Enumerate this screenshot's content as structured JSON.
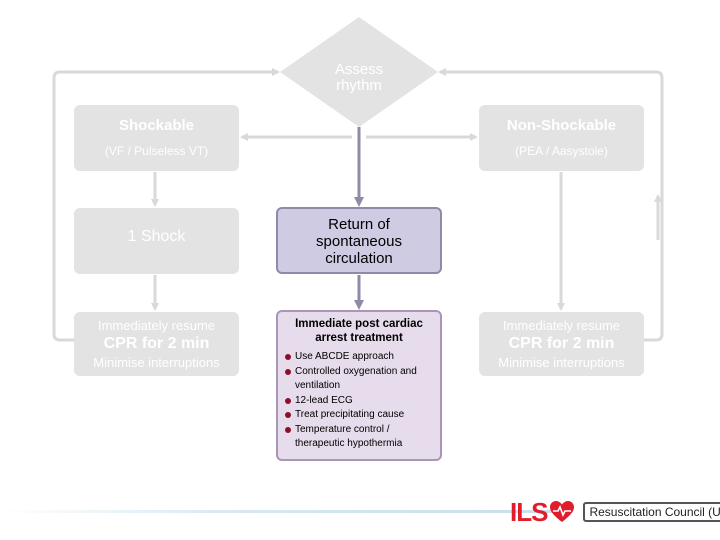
{
  "colors": {
    "grey_box": "#e3e3e3",
    "grey_line": "#d9d9d9",
    "purple_arrow": "#8e8aa8",
    "rosc_fill": "#cfcbe3",
    "post_fill": "#e6dceb",
    "bullet": "#8b0f2a",
    "logo_red": "#e11d2b"
  },
  "assess": {
    "line1": "Assess",
    "line2": "rhythm"
  },
  "shockable": {
    "title": "Shockable",
    "subtitle": "(VF / Pulseless VT)"
  },
  "non_shockable": {
    "title": "Non-Shockable",
    "subtitle": "(PEA / Aasystole)"
  },
  "shock": {
    "label": "1 Shock"
  },
  "cpr_left": {
    "line1": "Immediately resume",
    "line2": "CPR for 2 min",
    "line3": "Minimise interruptions"
  },
  "cpr_right": {
    "line1": "Immediately resume",
    "line2": "CPR for 2 min",
    "line3": "Minimise interruptions"
  },
  "rosc": {
    "line1": "Return of",
    "line2": "spontaneous",
    "line3": "circulation"
  },
  "post_arrest": {
    "heading_line1": "Immediate post cardiac",
    "heading_line2": "arrest treatment",
    "items": [
      "Use ABCDE approach",
      "Controlled oxygenation and ventilation",
      "12-lead ECG",
      "Treat precipitating cause",
      "Temperature control / therapeutic hypothermia"
    ]
  },
  "logo": {
    "ils": "ILS",
    "org": "Resuscitation Council (UK)",
    "icon": "heart-icon"
  }
}
